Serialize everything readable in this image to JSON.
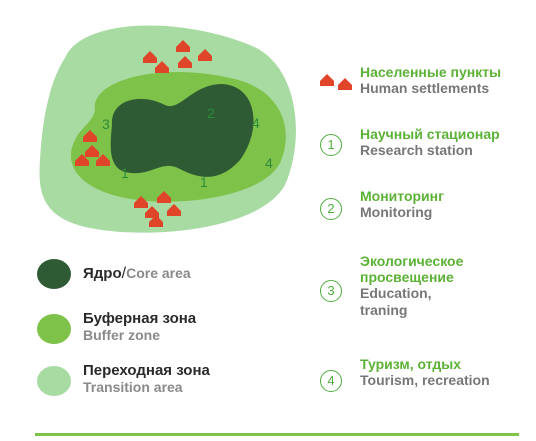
{
  "diagram": {
    "numbers": [
      "3",
      "2",
      "4",
      "4",
      "1",
      "1"
    ]
  },
  "zones": [
    {
      "ru": "Ядро",
      "sep": "/",
      "en": "Core area",
      "color": "#2f5b34"
    },
    {
      "ru": "Буферная зона",
      "en": "Buffer zone",
      "color": "#7fc24a"
    },
    {
      "ru": "Переходная зона",
      "en": "Transition area",
      "color": "#a8dba2"
    }
  ],
  "legend": {
    "settlements": {
      "ru": "Населенные пункты",
      "en": "Human settlements"
    },
    "items": [
      {
        "num": "1",
        "ru": "Научный стационар",
        "en": "Research station"
      },
      {
        "num": "2",
        "ru": "Мониторинг",
        "en": "Monitoring"
      },
      {
        "num": "3",
        "ru": "Экологическое просвещение",
        "en": "Education, traning"
      },
      {
        "num": "4",
        "ru": "Туризм, отдых",
        "en": "Tourism, recreation"
      }
    ]
  },
  "colors": {
    "core": "#2f5b34",
    "buffer": "#7fc24a",
    "transition": "#a8dba2",
    "settlement": "#e0452a",
    "accent": "#5cb236"
  }
}
